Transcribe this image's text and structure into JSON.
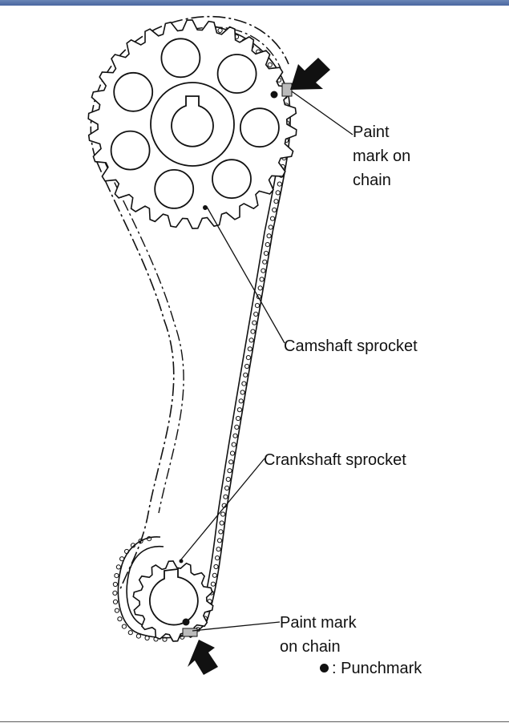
{
  "labels": {
    "paint_mark_top": [
      "Paint",
      "mark on",
      "chain"
    ],
    "camshaft_sprocket": "Camshaft sprocket",
    "crankshaft_sprocket": "Crankshaft sprocket",
    "paint_mark_bottom": [
      "Paint mark",
      "on chain"
    ]
  },
  "legend": {
    "symbol": "●",
    "separator": ":",
    "text": "Punchmark"
  },
  "colors": {
    "line": "#111111",
    "window_bar": "#4a66a0"
  }
}
